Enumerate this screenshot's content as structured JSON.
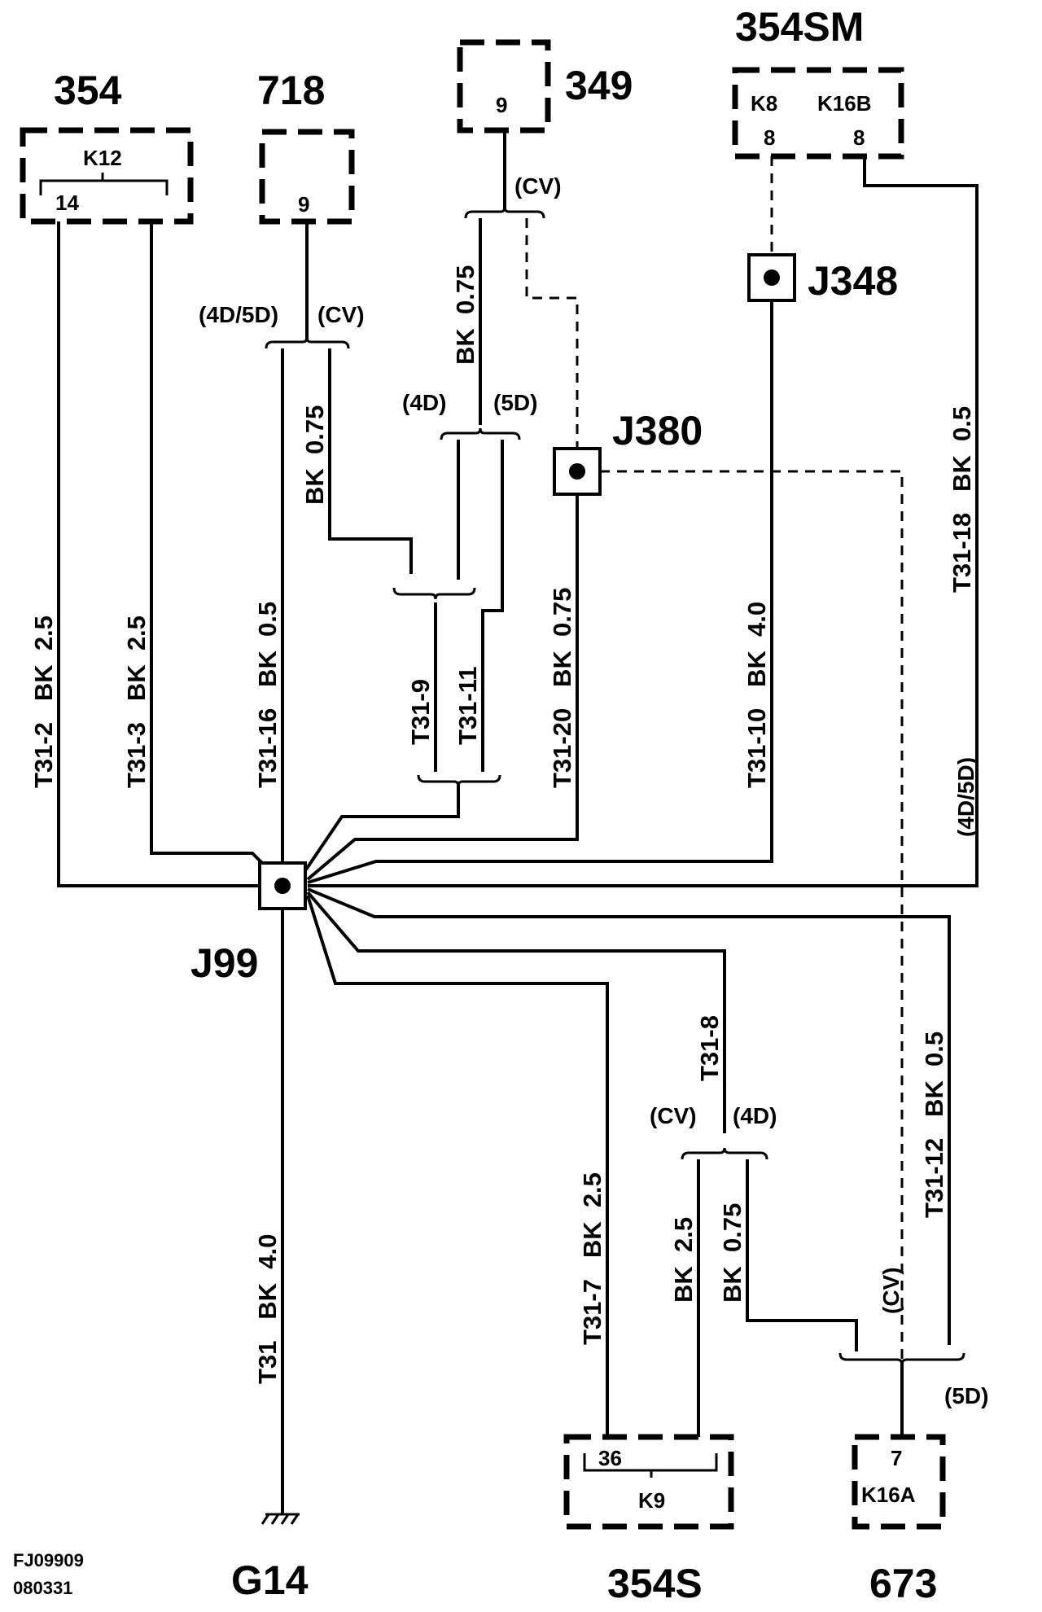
{
  "components": {
    "c354": {
      "id": "354",
      "connector": "K12",
      "pin": "14"
    },
    "c718": {
      "id": "718",
      "pin": "9"
    },
    "c349": {
      "id": "349",
      "pin": "9"
    },
    "c354sm": {
      "id": "354SM",
      "connector_left": "K8",
      "connector_right": "K16B",
      "pin_left": "8",
      "pin_right": "8"
    },
    "c354s": {
      "id": "354S",
      "pin": "36",
      "connector": "K9"
    },
    "c673": {
      "id": "673",
      "pin": "7",
      "connector": "K16A"
    }
  },
  "splices": {
    "j99": "J99",
    "j348": "J348",
    "j380": "J380"
  },
  "ground": {
    "id": "G14"
  },
  "options": {
    "o718_left": "(4D/5D)",
    "o718_right": "(CV)",
    "o349": "(CV)",
    "o4d5d_left": "(4D)",
    "o4d5d_right": "(5D)",
    "o354s_left": "(CV)",
    "o354s_right": "(4D)",
    "o673": "(5D)",
    "o673_cv": "(CV)",
    "t31_18": "(4D/5D)"
  },
  "wire_labels": [
    "T31-2   BK  2.5",
    "T31-3   BK  2.5",
    "T31-16   BK  0.5",
    "BK  0.75",
    "BK  0.75",
    "T31-9",
    "T31-11",
    "T31-20   BK  0.75",
    "T31-10   BK  4.0",
    "T31-18   BK  0.5",
    "T31-8",
    "T31-7   BK  2.5",
    "BK  2.5",
    "BK  0.75",
    "T31-12   BK  0.5",
    "T31   BK  4.0"
  ],
  "footer": {
    "code": "FJ09909",
    "date": "080331"
  }
}
